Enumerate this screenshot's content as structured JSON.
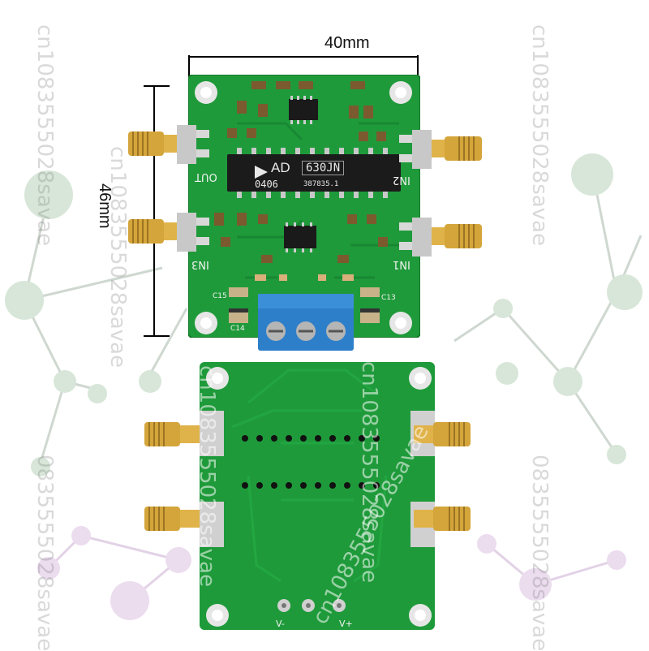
{
  "dimensions": {
    "width_label": "40mm",
    "height_label": "46mm"
  },
  "chip": {
    "brand": "AD",
    "part": "630JN",
    "date_code": "0406",
    "lot": "387835.1"
  },
  "silkscreen": {
    "out": "OUT",
    "in1": "IN1",
    "in2": "IN2",
    "in3": "IN3",
    "vminus": "V-",
    "vplus": "V+",
    "c15": "C15",
    "c13": "C13",
    "c14": "C14"
  },
  "watermarks": [
    "cn1083555028savae",
    "cn1083555028savae",
    "cn1083555028savae",
    "0835555028savae",
    "cn1083555028savae",
    "cn1083555028savae",
    "cn1083555028savae",
    "0835555028savae"
  ],
  "colors": {
    "pcb_green": "#1f9a3a",
    "sma_gold": "#d4a53a",
    "terminal_blue": "#2e7fc9"
  }
}
